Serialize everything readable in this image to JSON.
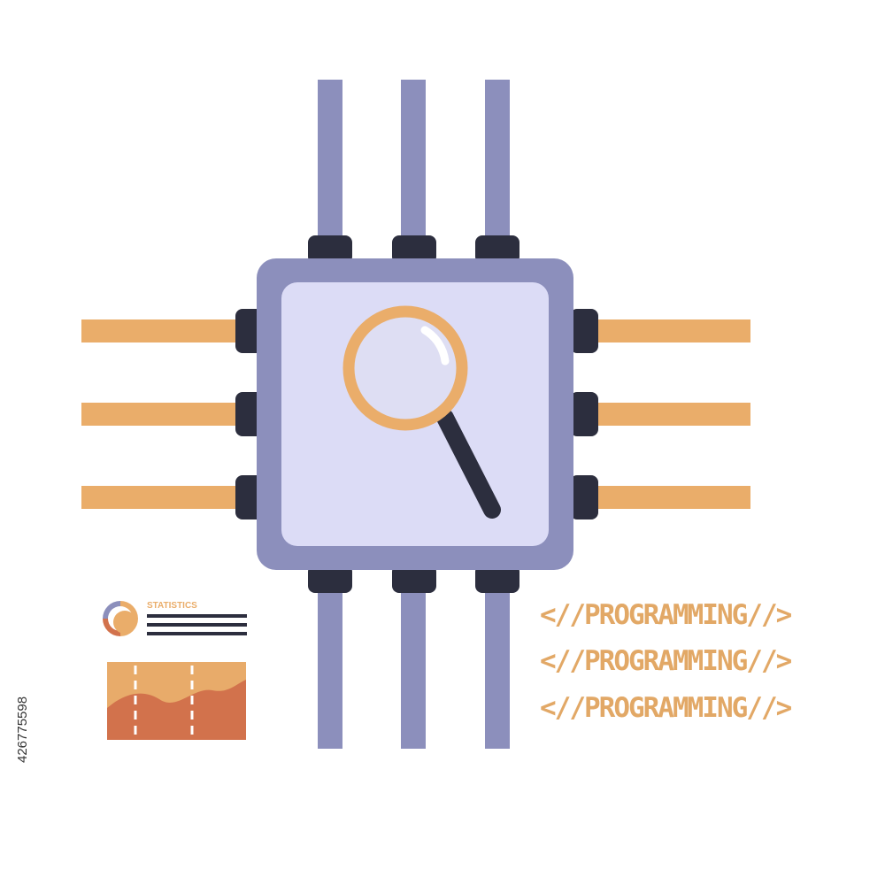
{
  "illustration": {
    "code_lines": [
      "<//PROGRAMMING//>",
      "<//PROGRAMMING//>",
      "<//PROGRAMMING//>"
    ],
    "stats_label": "STATISTICS",
    "stock_id": "426775598",
    "icons": {
      "main": "magnifying-glass-icon",
      "chip": "microchip-icon",
      "stats": "donut-chart-icon",
      "chart": "area-chart-icon"
    }
  },
  "colors": {
    "background": "#ffffff",
    "bus_purple": "#8c8fbc",
    "trace_orange": "#eaad6a",
    "chip_body": "#8c8fbc",
    "chip_face": "#dcdcf6",
    "pin_dark": "#2c2e3e",
    "magnifier_rim": "#eaad6a",
    "magnifier_handle": "#2c2e3e",
    "lens_glass": "#dedef3",
    "lens_highlight": "#ffffff",
    "code_text": "#e2a866",
    "stats_lines": "#2c2e3e",
    "chart_top": "#e8ab6a",
    "chart_bottom": "#d2724c",
    "stock_id_text": "#333333"
  }
}
